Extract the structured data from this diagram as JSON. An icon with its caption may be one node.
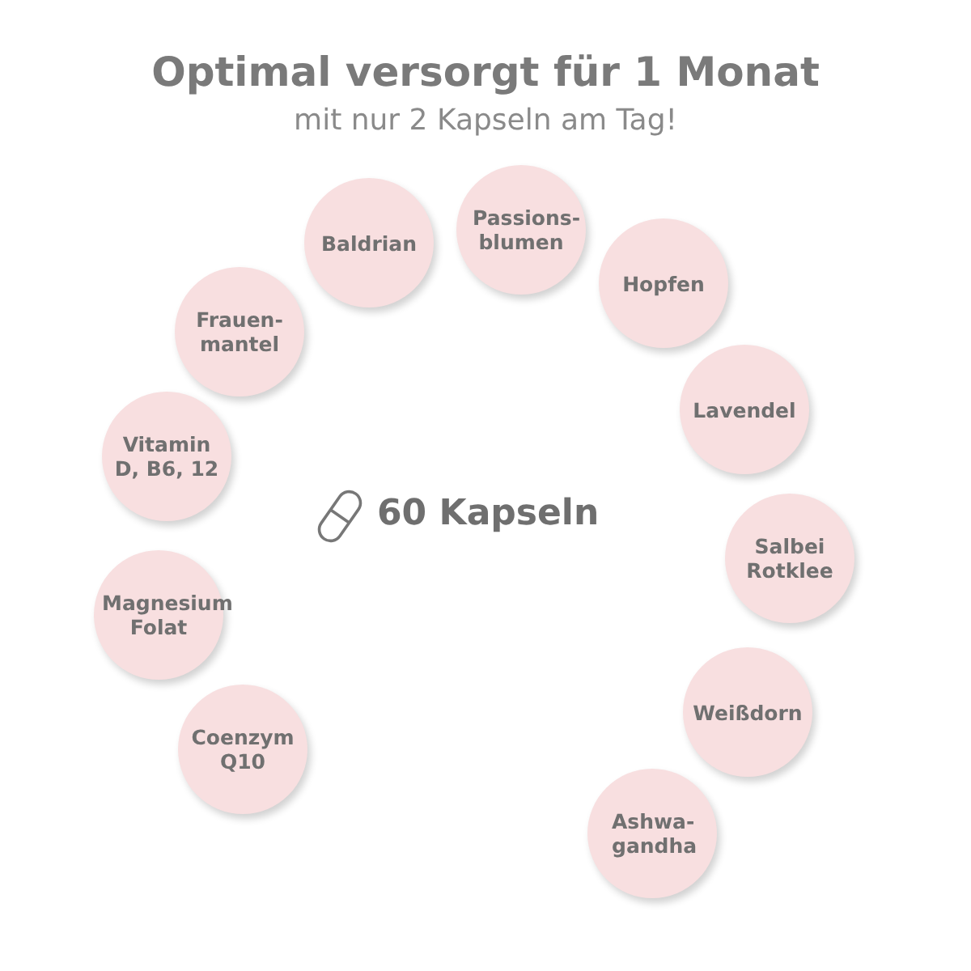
{
  "diagram": {
    "title": "Optimal versorgt für 1 Monat",
    "nodes": [
      {
        "text": [
          "Baldrian"
        ]
      },
      {
        "text": [
          "Passions- blumen"
        ]
      },
      {
        "text": [
          "Hopfen"
        ]
      },
      {
        "text": [
          "Frauen- mantel"
        ]
      },
      {
        "text": [
          "Lavendel"
        ]
      },
      {
        "text": [
          "Vitamin D, B6, 12"
        ]
      },
      {
        "text": [
          "Salbei Rotklee"
        ]
      },
      {
        "text": [
          "Magnesium Folat"
        ]
      },
      {
        "text": [
          "Weißdorn"
        ]
      },
      {
        "text": [
          "Coenzym Q10"
        ]
      },
      {
        "text": [
          "Ashwa- gandha"
        ]
      }
    ],
    "labels": [
      "mit nur 2 Kapseln am Tag!",
      "60 Kapseln"
    ]
  }
}
